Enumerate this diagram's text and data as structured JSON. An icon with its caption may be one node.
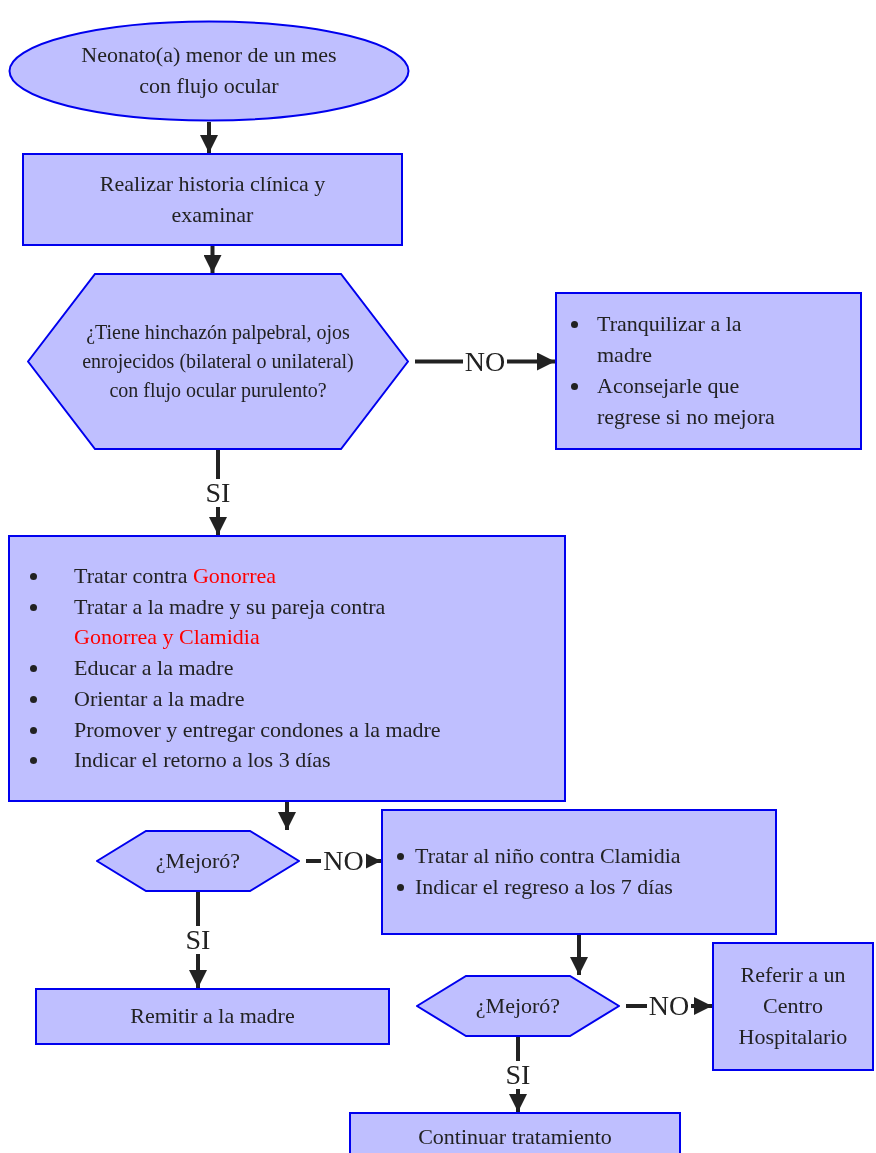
{
  "diagram": {
    "nodes": [
      {
        "text": [
          "Neonato(a) menor de un mes con flujo ocular"
        ]
      },
      {
        "text": [
          "Realizar historia clínica y examinar"
        ]
      },
      {
        "text": [
          "¿Tiene hinchazón palpebral, ojos enrojecidos (bilateral o unilateral) con flujo ocular purulento?"
        ]
      },
      {
        "text": [
          "Tranquilizar a la madre",
          "Aconsejarle que regrese si no mejora"
        ]
      },
      {
        "text": [
          "Tratar contra *Gonorrea*",
          "Tratar a la madre y su pareja contra *Gonorrea y Clamidia*",
          "Educar a la madre",
          "Orientar a la madre",
          "Promover y entregar condones a la madre",
          "Indicar el retorno a los 3 días"
        ]
      },
      {
        "text": [
          "¿Mejoró?"
        ]
      },
      {
        "text": [
          "Tratar al niño contra Clamidia",
          "Indicar el regreso a los 7 días"
        ]
      },
      {
        "text": [
          "Remitir a la madre"
        ]
      },
      {
        "text": [
          "¿Mejoró?"
        ]
      },
      {
        "text": [
          "Referir a un Centro Hospitalario"
        ]
      },
      {
        "text": [
          "Continuar tratamiento"
        ]
      }
    ],
    "edges": [
      {
        "from": 0,
        "to": 1,
        "arrow": "to"
      },
      {
        "from": 1,
        "to": 2,
        "arrow": "to"
      },
      {
        "from": 2,
        "to": 3,
        "arrow": "to",
        "label": "NO"
      },
      {
        "from": 2,
        "to": 4,
        "arrow": "to",
        "label": "SI"
      },
      {
        "from": 4,
        "to": 5,
        "arrow": "to"
      },
      {
        "from": 5,
        "to": 6,
        "arrow": "to",
        "label": "NO"
      },
      {
        "from": 5,
        "to": 7,
        "arrow": "to",
        "label": "SI"
      },
      {
        "from": 6,
        "to": 8,
        "arrow": "to"
      },
      {
        "from": 8,
        "to": 9,
        "arrow": "to",
        "label": "NO"
      },
      {
        "from": 8,
        "to": 10,
        "arrow": "to",
        "label": "SI"
      }
    ]
  }
}
